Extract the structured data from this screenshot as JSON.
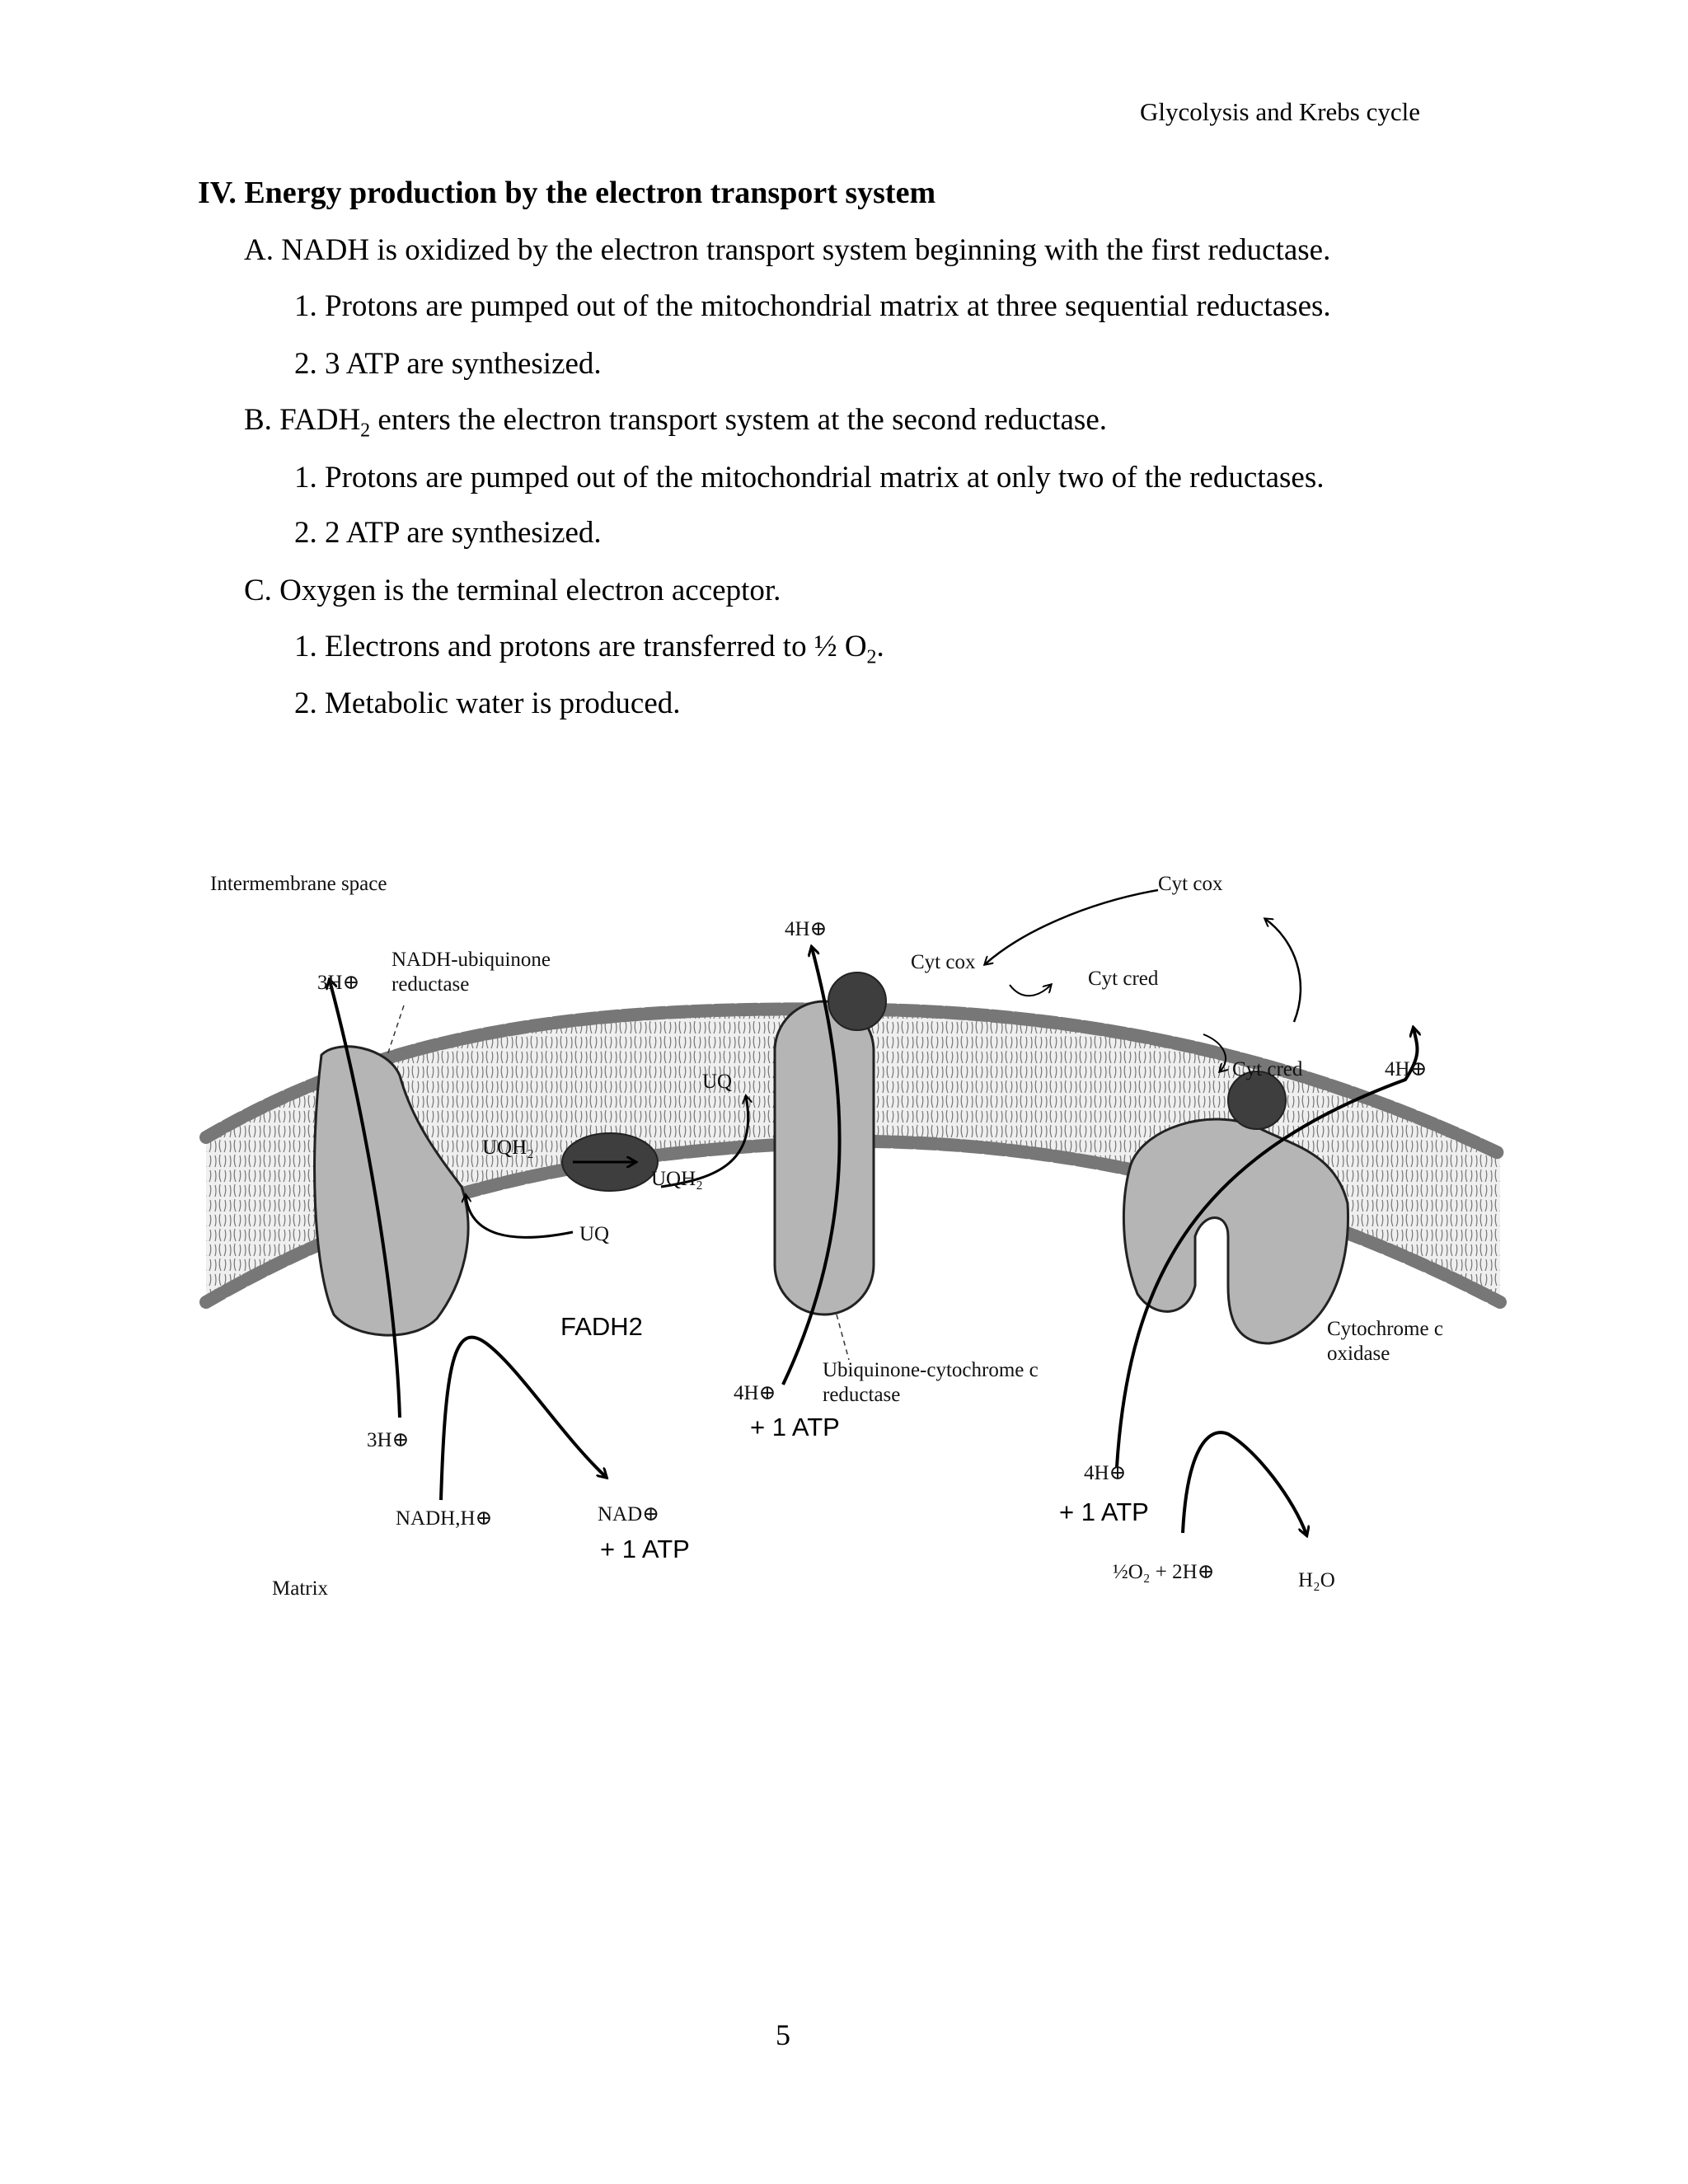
{
  "header": {
    "running_title": "Glycolysis and Krebs cycle"
  },
  "section": {
    "title": "IV.  Energy production by the electron transport system",
    "items": [
      {
        "label": "A. NADH is oxidized by the electron transport system beginning with the first reductase."
      },
      {
        "label": "1. Protons are pumped out of the mitochondrial matrix at three sequential reductases."
      },
      {
        "label": "2. 3 ATP are synthesized."
      },
      {
        "label_pre": "B. FADH",
        "label_sub": "2",
        "label_post": " enters the electron transport system at the second reductase."
      },
      {
        "label": "1. Protons are pumped out of the mitochondrial matrix at only two of the reductases."
      },
      {
        "label": "2. 2 ATP are synthesized."
      },
      {
        "label": "C. Oxygen is the terminal electron acceptor."
      },
      {
        "label_pre": "1. Electrons and protons are transferred to ½ O",
        "label_sub": "2",
        "label_post": "."
      },
      {
        "label": "2. Metabolic water is produced."
      }
    ]
  },
  "figure": {
    "intermembrane_space": "Intermembrane space",
    "matrix": "Matrix",
    "complex1_name_line1": "NADH-ubiquinone",
    "complex1_name_line2": "reductase",
    "complex3_name_line1": "Ubiquinone-cytochrome c",
    "complex3_name_line2": "reductase",
    "complex4_name_line1": "Cytochrome c",
    "complex4_name_line2": "oxidase",
    "proton_3h_top": "3H⊕",
    "proton_3h_bottom": "3H⊕",
    "proton_4h_top_c3": "4H⊕",
    "proton_4h_bottom_c3": "4H⊕",
    "proton_4h_top_c4": "4H⊕",
    "proton_4h_bottom_c4": "4H⊕",
    "nadh": "NADH,H⊕",
    "nad": "NAD⊕",
    "fadh2": "FADH2",
    "atp_c1": "+ 1 ATP",
    "atp_c3": "+ 1 ATP",
    "atp_c4": "+ 1 ATP",
    "uqh2_left": "UQH₂",
    "uqh2_right": "UQH₂",
    "uq_top": "UQ",
    "uq_bottom": "UQ",
    "cyt_cox_top": "Cyt cox",
    "cyt_cox_mid": "Cyt cox",
    "cyt_cred_mid": "Cyt cred",
    "cyt_cred_right": "Cyt cred",
    "oxygen": "½O₂ + 2H⊕",
    "water": "H₂O"
  },
  "page_number": "5"
}
